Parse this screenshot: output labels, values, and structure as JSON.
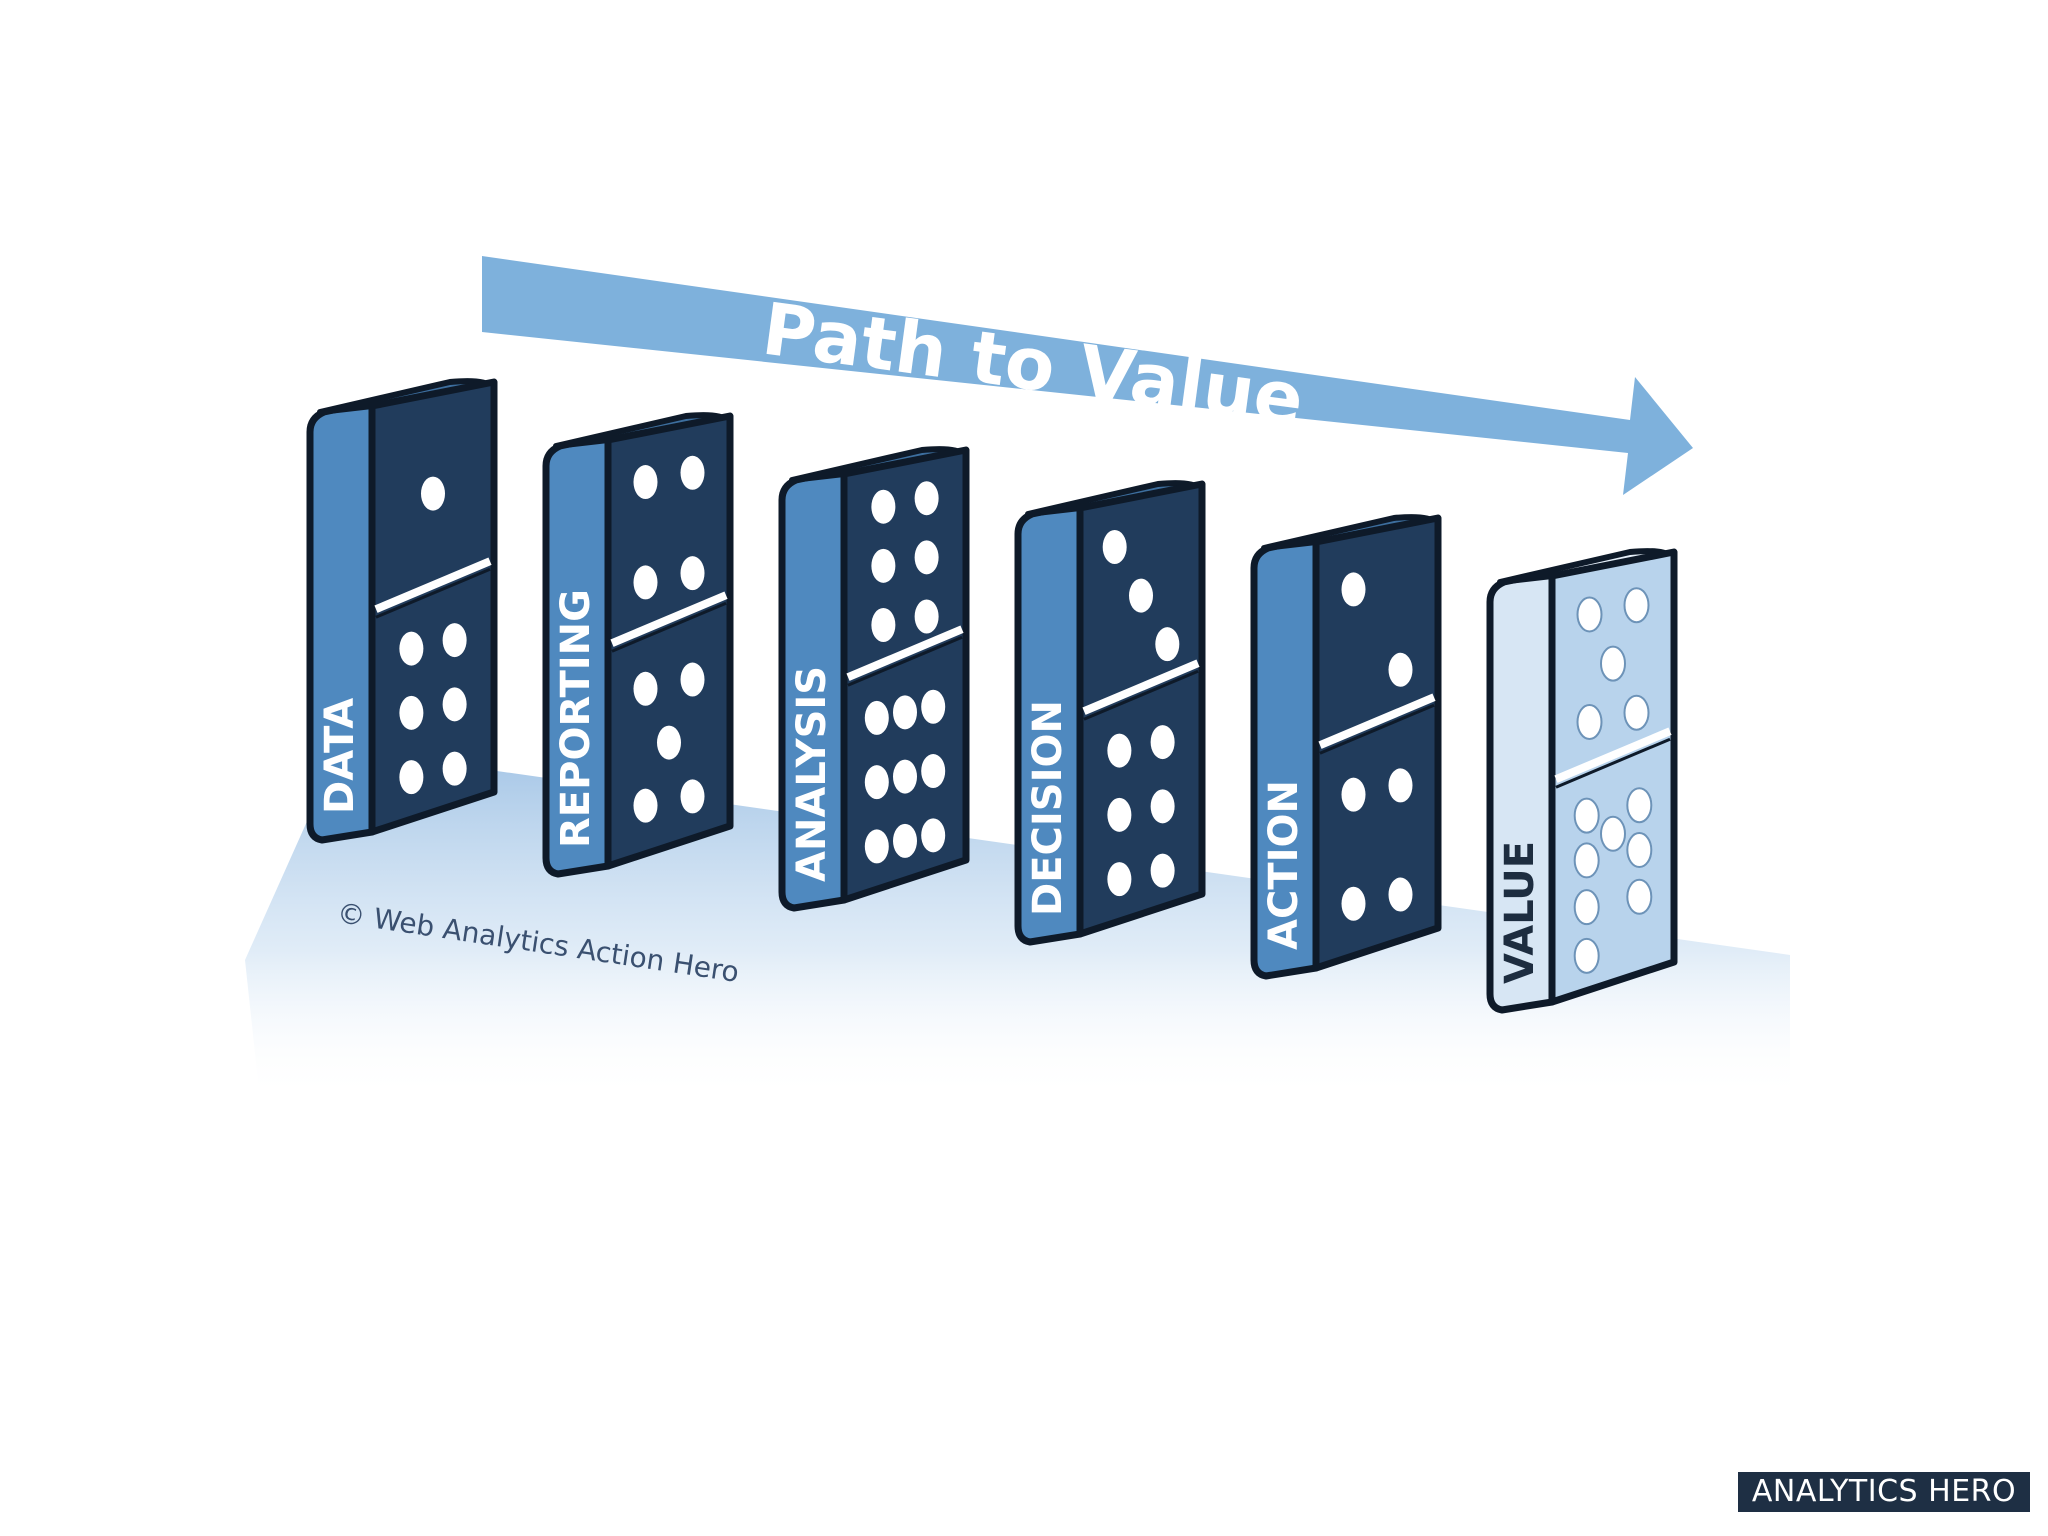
{
  "diagram": {
    "arrow_label": "Path to Value",
    "copyright": "© Web Analytics Action Hero",
    "dominoes": [
      {
        "label": "DATA",
        "top_pips": 1,
        "bottom_pips": 6,
        "style": "dark"
      },
      {
        "label": "REPORTING",
        "top_pips": 4,
        "bottom_pips": 5,
        "style": "dark"
      },
      {
        "label": "ANALYSIS",
        "top_pips": 6,
        "bottom_pips": 9,
        "style": "dark"
      },
      {
        "label": "DECISION",
        "top_pips": 3,
        "bottom_pips": 6,
        "style": "dark"
      },
      {
        "label": "ACTION",
        "top_pips": 2,
        "bottom_pips": 4,
        "style": "dark"
      },
      {
        "label": "VALUE",
        "top_pips": 5,
        "bottom_pips": 8,
        "style": "light"
      }
    ]
  },
  "colors": {
    "arrow": "#7eb1dc",
    "domino_dark": "#213c5c",
    "domino_side": "#4f89bf",
    "domino_light": "#b8d3ec",
    "domino_light_side": "#d7e6f4",
    "outline": "#0e1a29",
    "floor": "#a9c9e8",
    "badge_bg": "#1e2f44"
  },
  "badge": {
    "text": "ANALYTICS HERO"
  }
}
